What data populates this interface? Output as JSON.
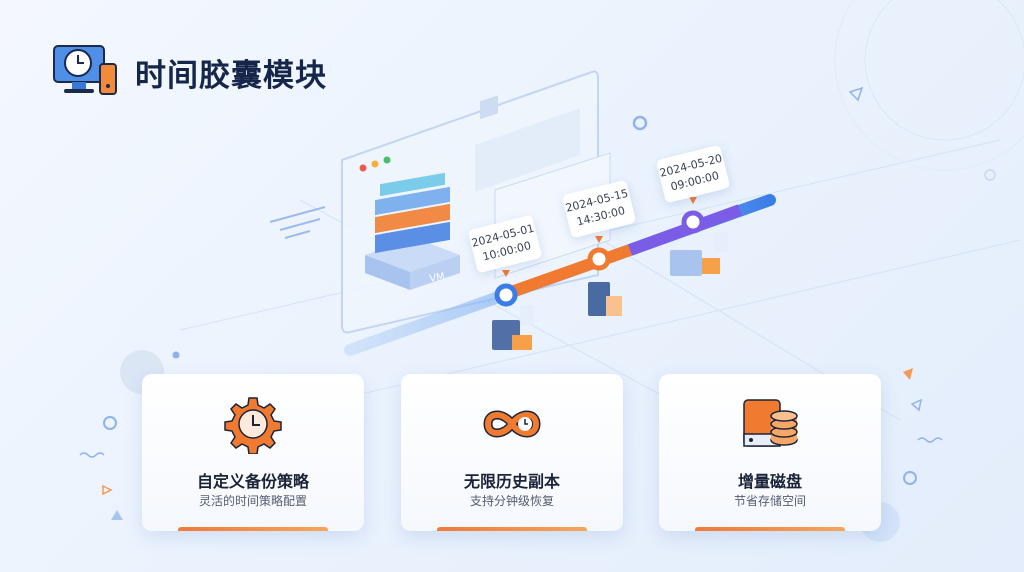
{
  "header": {
    "title": "时间胶囊模块",
    "icon": "monitor-clock-icon"
  },
  "illustration": {
    "vm_label": "VM",
    "snapshots": [
      {
        "date": "2024-05-01",
        "time": "10:00:00",
        "color": "#3b7de8"
      },
      {
        "date": "2024-05-15",
        "time": "14:30:00",
        "color": "#f07a30"
      },
      {
        "date": "2024-05-20",
        "time": "09:00:00",
        "color": "#7b5ce6"
      }
    ]
  },
  "features": [
    {
      "title": "自定义备份策略",
      "subtitle": "灵活的时间策略配置",
      "icon": "gear-clock-icon"
    },
    {
      "title": "无限历史副本",
      "subtitle": "支持分钟级恢复",
      "icon": "infinity-clock-icon"
    },
    {
      "title": "增量磁盘",
      "subtitle": "节省存储空间",
      "icon": "disk-database-icon"
    }
  ],
  "colors": {
    "accent": "#f07a3a",
    "blue": "#3b7de8",
    "purple": "#7b5ce6",
    "title": "#16264a"
  }
}
